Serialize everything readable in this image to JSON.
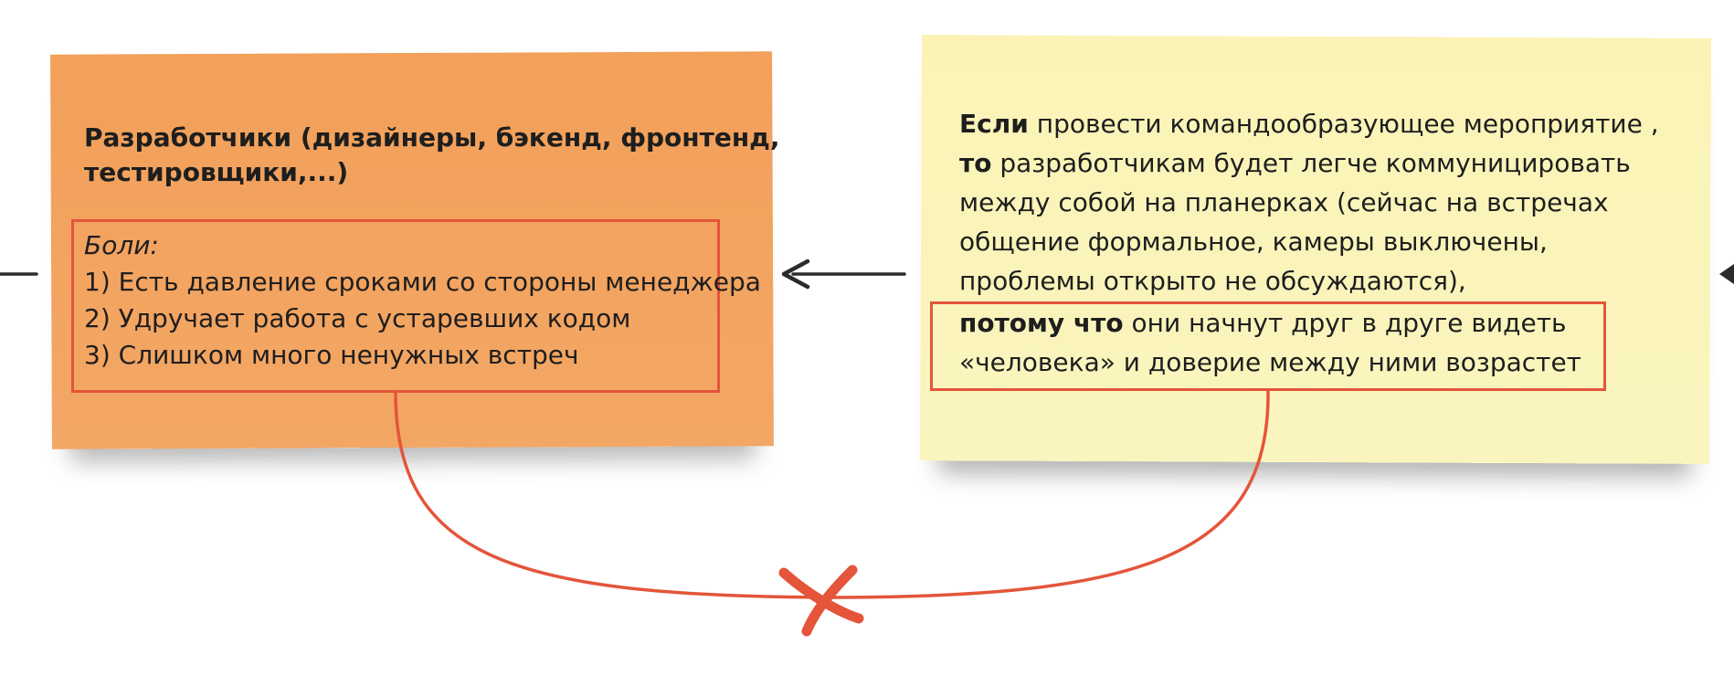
{
  "left_note": {
    "title_line1": "Разработчики (дизайнеры, бэкенд, фронтенд,",
    "title_line2": "тестировщики,...)",
    "pains_heading": "Боли:",
    "pains": [
      "1) Есть давление сроками со стороны менеджера",
      "2) Удручает работа с устаревших кодом",
      "3) Слишком много ненужных встреч"
    ]
  },
  "right_note": {
    "line1_bold": "Если",
    "line1_rest": " провести командообразующее мероприятие ,",
    "line2_bold": "то",
    "line2_rest": " разработчикам будет легче коммуницировать",
    "line3": "между собой на планерках (сейчас на встречах",
    "line4": "общение формальное, камеры выключены,",
    "line5": "проблемы открыто не обсуждаются),",
    "line6_bold": "потому что",
    "line6_rest": " они начнут друг в друге видеть",
    "line7": "«человека» и доверие между ними возрастет"
  },
  "colors": {
    "orange_note": "#f2a05a",
    "yellow_note": "#fbf3b6",
    "highlight_red": "#e4553a",
    "arrow": "#2b2b2b"
  }
}
